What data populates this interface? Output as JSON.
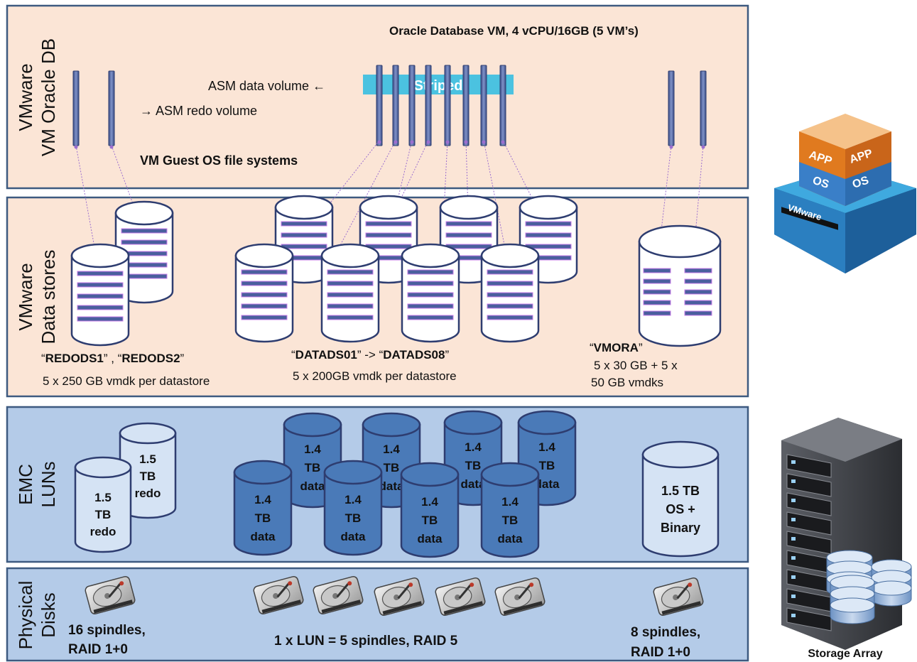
{
  "tiers": {
    "vm": {
      "line1": "VMware",
      "line2": "VM Oracle DB"
    },
    "datastores": {
      "line1": "VMware",
      "line2": "Data stores"
    },
    "luns": {
      "line1": "EMC",
      "line2": "LUNs"
    },
    "disks": {
      "line1": "Physical",
      "line2": "Disks"
    }
  },
  "vm_layer": {
    "title": "Oracle Database  VM, 4 vCPU/16GB (5 VM’s)",
    "asm_data": "ASM data volume ←",
    "asm_redo": "→ ASM redo volume",
    "striped": "Striped",
    "guest_fs": "VM Guest OS file systems"
  },
  "datastore_layer": {
    "redo_names_q1": "“",
    "redo_names_b1": "REDODS1",
    "redo_names_m": "” , “",
    "redo_names_b2": "REDODS2",
    "redo_names_q2": "”",
    "redo_desc": "5 x 250 GB vmdk per datastore",
    "data_names_q1": "“",
    "data_names_b1": "DATADS01",
    "data_names_m": "” -> “",
    "data_names_b2": "DATADS08",
    "data_names_q2": "”",
    "data_desc": "5 x 200GB vmdk per  datastore",
    "vmora_q1": "“",
    "vmora_b": "VMORA",
    "vmora_q2": "”",
    "vmora_desc1": "5 x 30 GB + 5 x",
    "vmora_desc2": "50 GB vmdks"
  },
  "lun_layer": {
    "redo_label": [
      "1.5",
      "TB",
      "redo"
    ],
    "data_label": [
      "1.4",
      "TB",
      "data"
    ],
    "os_label": [
      "1.5 TB",
      "OS +",
      "Binary"
    ]
  },
  "disk_layer": {
    "redo_disks": [
      "16 spindles,",
      "RAID 1+0"
    ],
    "data_disks": "1 x LUN = 5  spindles, RAID 5",
    "os_disks": [
      "8 spindles,",
      "RAID 1+0"
    ]
  },
  "sidebar": {
    "vmware_logo": "VMware",
    "app": "APP",
    "os": "OS",
    "storage_array": "Storage Array"
  },
  "colors": {
    "vm_band": "#fbe5d6",
    "lun_band": "#b4cbe8",
    "band_border": "#3d5a80",
    "volume_bar": "#4a5f9e",
    "striped_bar": "#4bc2e0",
    "lun_dark": "#4a7ab8",
    "lun_light": "#d5e3f4",
    "link_line": "#9c6fcf"
  }
}
